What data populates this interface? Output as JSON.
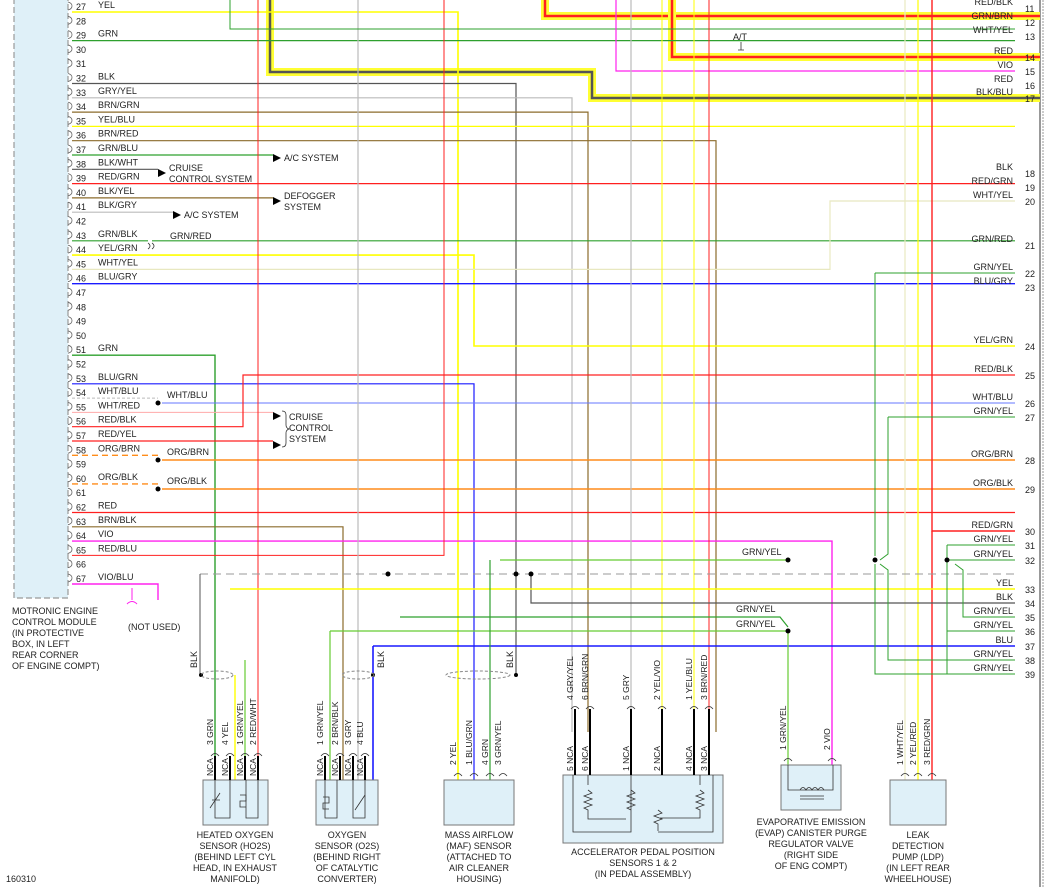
{
  "figure_id": "160310",
  "ecm": {
    "title_lines": [
      "MOTRONIC ENGINE",
      "CONTROL MODULE",
      "(IN PROTECTIVE",
      "BOX, IN LEFT",
      "REAR CORNER",
      "OF ENGINE COMPT)"
    ],
    "pins": [
      {
        "pin": "27",
        "wire": "YEL"
      },
      {
        "pin": "28",
        "wire": ""
      },
      {
        "pin": "29",
        "wire": "GRN"
      },
      {
        "pin": "30",
        "wire": ""
      },
      {
        "pin": "31",
        "wire": ""
      },
      {
        "pin": "32",
        "wire": "BLK"
      },
      {
        "pin": "33",
        "wire": "GRY/YEL"
      },
      {
        "pin": "34",
        "wire": "BRN/GRN"
      },
      {
        "pin": "35",
        "wire": "YEL/BLU"
      },
      {
        "pin": "36",
        "wire": "BRN/RED"
      },
      {
        "pin": "37",
        "wire": "GRN/BLU"
      },
      {
        "pin": "38",
        "wire": "BLK/WHT"
      },
      {
        "pin": "39",
        "wire": "RED/GRN"
      },
      {
        "pin": "40",
        "wire": "BLK/YEL"
      },
      {
        "pin": "41",
        "wire": "BLK/GRY"
      },
      {
        "pin": "42",
        "wire": ""
      },
      {
        "pin": "43",
        "wire": "GRN/BLK"
      },
      {
        "pin": "44",
        "wire": "YEL/GRN"
      },
      {
        "pin": "45",
        "wire": "WHT/YEL"
      },
      {
        "pin": "46",
        "wire": "BLU/GRY"
      },
      {
        "pin": "47",
        "wire": ""
      },
      {
        "pin": "48",
        "wire": ""
      },
      {
        "pin": "49",
        "wire": ""
      },
      {
        "pin": "50",
        "wire": ""
      },
      {
        "pin": "51",
        "wire": "GRN"
      },
      {
        "pin": "52",
        "wire": ""
      },
      {
        "pin": "53",
        "wire": "BLU/GRN"
      },
      {
        "pin": "54",
        "wire": "WHT/BLU"
      },
      {
        "pin": "55",
        "wire": "WHT/RED"
      },
      {
        "pin": "56",
        "wire": "RED/BLK"
      },
      {
        "pin": "57",
        "wire": "RED/YEL"
      },
      {
        "pin": "58",
        "wire": "ORG/BRN"
      },
      {
        "pin": "59",
        "wire": ""
      },
      {
        "pin": "60",
        "wire": "ORG/BLK"
      },
      {
        "pin": "61",
        "wire": ""
      },
      {
        "pin": "62",
        "wire": "RED"
      },
      {
        "pin": "63",
        "wire": "BRN/BLK"
      },
      {
        "pin": "64",
        "wire": "VIO"
      },
      {
        "pin": "65",
        "wire": "RED/BLU"
      },
      {
        "pin": "66",
        "wire": ""
      },
      {
        "pin": "67",
        "wire": "VIO/BLU"
      }
    ]
  },
  "destinations": {
    "ac_system": "A/C SYSTEM",
    "cruise_lines": [
      "CRUISE",
      "CONTROL SYSTEM"
    ],
    "defogger_lines": [
      "DEFOGGER",
      "SYSTEM"
    ],
    "cruise3_lines": [
      "CRUISE",
      "CONTROL",
      "SYSTEM"
    ],
    "not_used": "(NOT USED)",
    "at_label": "A/T"
  },
  "mid_labels": {
    "grn_red": "GRN/RED",
    "wht_blu": "WHT/BLU",
    "org_brn": "ORG/BRN",
    "org_blk": "ORG/BLK",
    "grn_yel": "GRN/YEL",
    "blk": "BLK"
  },
  "right_connector": [
    {
      "pin": "11",
      "wire": "RED/BLK"
    },
    {
      "pin": "12",
      "wire": "GRN/BRN"
    },
    {
      "pin": "13",
      "wire": "WHT/YEL"
    },
    {
      "pin": "14",
      "wire": "RED"
    },
    {
      "pin": "15",
      "wire": "VIO"
    },
    {
      "pin": "16",
      "wire": "RED"
    },
    {
      "pin": "17",
      "wire": "BLK/BLU"
    },
    {
      "pin": "18",
      "wire": "BLK"
    },
    {
      "pin": "19",
      "wire": "RED/GRN"
    },
    {
      "pin": "20",
      "wire": "WHT/YEL"
    },
    {
      "pin": "21",
      "wire": "GRN/RED"
    },
    {
      "pin": "22",
      "wire": "GRN/YEL"
    },
    {
      "pin": "23",
      "wire": "BLU/GRY"
    },
    {
      "pin": "24",
      "wire": "YEL/GRN"
    },
    {
      "pin": "25",
      "wire": "RED/BLK"
    },
    {
      "pin": "26",
      "wire": "WHT/BLU"
    },
    {
      "pin": "27",
      "wire": "GRN/YEL"
    },
    {
      "pin": "28",
      "wire": "ORG/BRN"
    },
    {
      "pin": "29",
      "wire": "ORG/BLK"
    },
    {
      "pin": "30",
      "wire": "RED/GRN"
    },
    {
      "pin": "31",
      "wire": "GRN/YEL"
    },
    {
      "pin": "32",
      "wire": "GRN/YEL"
    },
    {
      "pin": "33",
      "wire": "YEL"
    },
    {
      "pin": "34",
      "wire": "BLK"
    },
    {
      "pin": "35",
      "wire": "GRN/YEL"
    },
    {
      "pin": "36",
      "wire": "GRN/YEL"
    },
    {
      "pin": "37",
      "wire": "BLU"
    },
    {
      "pin": "38",
      "wire": "GRN/YEL"
    },
    {
      "pin": "39",
      "wire": "GRN/YEL"
    }
  ],
  "components": [
    {
      "id": "ho2s",
      "title_lines": [
        "HEATED OXYGEN",
        "SENSOR (HO2S)",
        "(BEHIND LEFT CYL",
        "HEAD, IN EXHAUST",
        "MANIFOLD)"
      ],
      "terminals": [
        {
          "num": "3",
          "wire": "GRN"
        },
        {
          "num": "4",
          "wire": "YEL"
        },
        {
          "num": "1",
          "wire": "GRN/YEL"
        },
        {
          "num": "2",
          "wire": "RED/WHT"
        }
      ],
      "pigtail": "NCA"
    },
    {
      "id": "o2s",
      "title_lines": [
        "OXYGEN",
        "SENSOR (O2S)",
        "(BEHIND RIGHT",
        "OF CATALYTIC",
        "CONVERTER)"
      ],
      "terminals": [
        {
          "num": "1",
          "wire": "GRN/YEL"
        },
        {
          "num": "2",
          "wire": "BRN/BLK"
        },
        {
          "num": "3",
          "wire": "GRY"
        },
        {
          "num": "4",
          "wire": "BLU"
        }
      ],
      "pigtail": "NCA"
    },
    {
      "id": "maf",
      "title_lines": [
        "MASS AIRFLOW",
        "(MAF) SENSOR",
        "(ATTACHED TO",
        "AIR CLEANER",
        "HOUSING)"
      ],
      "terminals": [
        {
          "num": "2",
          "wire": "YEL"
        },
        {
          "num": "1",
          "wire": "BLU/GRN"
        },
        {
          "num": "4",
          "wire": "GRN"
        },
        {
          "num": "3",
          "wire": "GRN/YEL"
        }
      ]
    },
    {
      "id": "app",
      "title_lines": [
        "ACCELERATOR PEDAL POSITION",
        "SENSORS 1 & 2",
        "(IN PEDAL ASSEMBLY)"
      ],
      "terminals": [
        {
          "num": "4",
          "wire": "GRY/YEL"
        },
        {
          "num": "6",
          "wire": "BRN/GRN"
        },
        {
          "num": "5",
          "wire": "GRY"
        },
        {
          "num": "2",
          "wire": "YEL/VIO"
        },
        {
          "num": "1",
          "wire": "YEL/BLU"
        },
        {
          "num": "3",
          "wire": "BRN/RED"
        }
      ],
      "pigtail_terminals": [
        {
          "num": "5",
          "label": "NCA"
        },
        {
          "num": "6",
          "label": "NCA"
        },
        {
          "num": "1",
          "label": "NCA"
        },
        {
          "num": "2",
          "label": "NCA"
        },
        {
          "num": "4",
          "label": "NCA"
        },
        {
          "num": "3",
          "label": "NCA"
        }
      ]
    },
    {
      "id": "evap",
      "title_lines": [
        "EVAPORATIVE EMISSION",
        "(EVAP) CANISTER PURGE",
        "REGULATOR VALVE",
        "(RIGHT SIDE",
        "OF ENG COMPT)"
      ],
      "terminals": [
        {
          "num": "1",
          "wire": "GRN/YEL"
        },
        {
          "num": "2",
          "wire": "VIO"
        }
      ]
    },
    {
      "id": "ldp",
      "title_lines": [
        "LEAK",
        "DETECTION",
        "PUMP (LDP)",
        "(IN LEFT REAR",
        "WHEELHOUSE)"
      ],
      "terminals": [
        {
          "num": "1",
          "wire": "WHT/YEL"
        },
        {
          "num": "2",
          "wire": "YEL/RED"
        },
        {
          "num": "3",
          "wire": "RED/GRN"
        }
      ]
    }
  ],
  "colors": {
    "yel": "#ffff00",
    "grn": "#2ea02e",
    "lgrn": "#66cc33",
    "blk": "#555555",
    "red": "#ff2020",
    "gry": "#bbbbbb",
    "brn": "#8b6b2b",
    "blu": "#1a1aff",
    "lblu": "#6677ff",
    "org": "#ff8c1a",
    "vio": "#ff22ee",
    "pink": "#ffaaaa",
    "wht": "#e8e8c0",
    "harness": "#ffff33",
    "ecm_fill": "#dff0f8"
  }
}
